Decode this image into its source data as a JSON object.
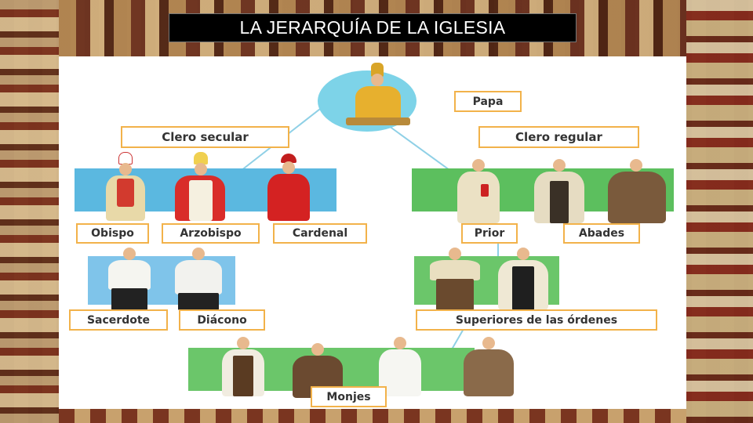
{
  "title": "LA JERARQUÍA DE LA IGLESIA",
  "diagram": {
    "top": {
      "label": "Papa"
    },
    "secular": {
      "heading": "Clero secular",
      "upper": [
        "Obispo",
        "Arzobispo",
        "Cardenal"
      ],
      "lower": [
        "Sacerdote",
        "Diácono"
      ]
    },
    "regular": {
      "heading": "Clero regular",
      "upper": [
        "Prior",
        "Abades"
      ],
      "lower": [
        "Superiores de las órdenes"
      ]
    },
    "bottom": {
      "label": "Monjes"
    }
  },
  "colors": {
    "secular_band": "#5bb8e0",
    "regular_band": "#5cbf5e",
    "label_border": "#f2b24a",
    "papa_circle": "#7dd3e8"
  }
}
